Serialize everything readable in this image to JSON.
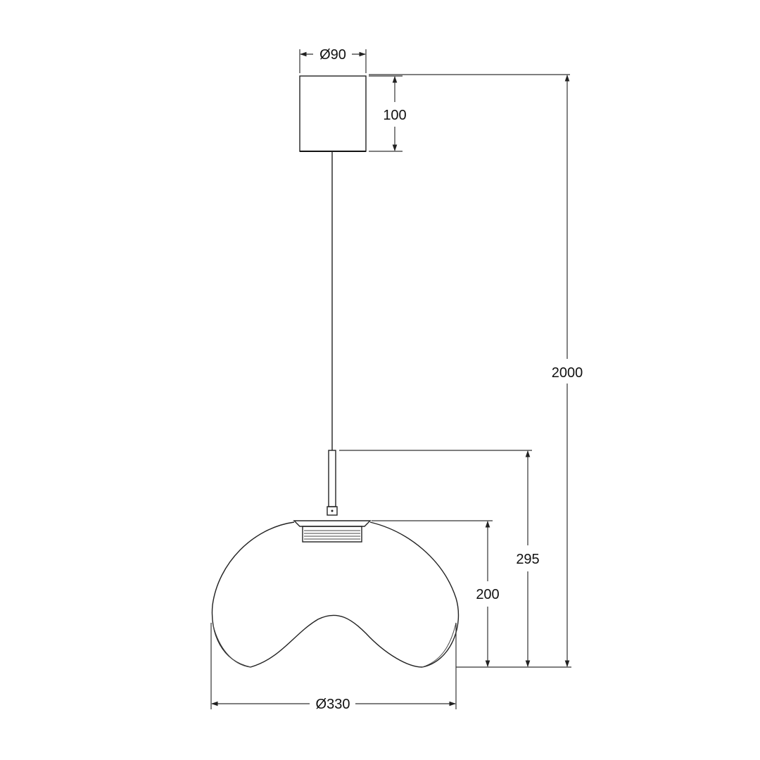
{
  "drawing": {
    "colors": {
      "line": "#222222",
      "background": "#ffffff"
    },
    "dimensions": {
      "canopy_diameter": "Ø90",
      "canopy_height": "100",
      "overall_height": "2000",
      "lamp_height_with_stem": "295",
      "shade_height": "200",
      "shade_diameter": "Ø330"
    }
  }
}
